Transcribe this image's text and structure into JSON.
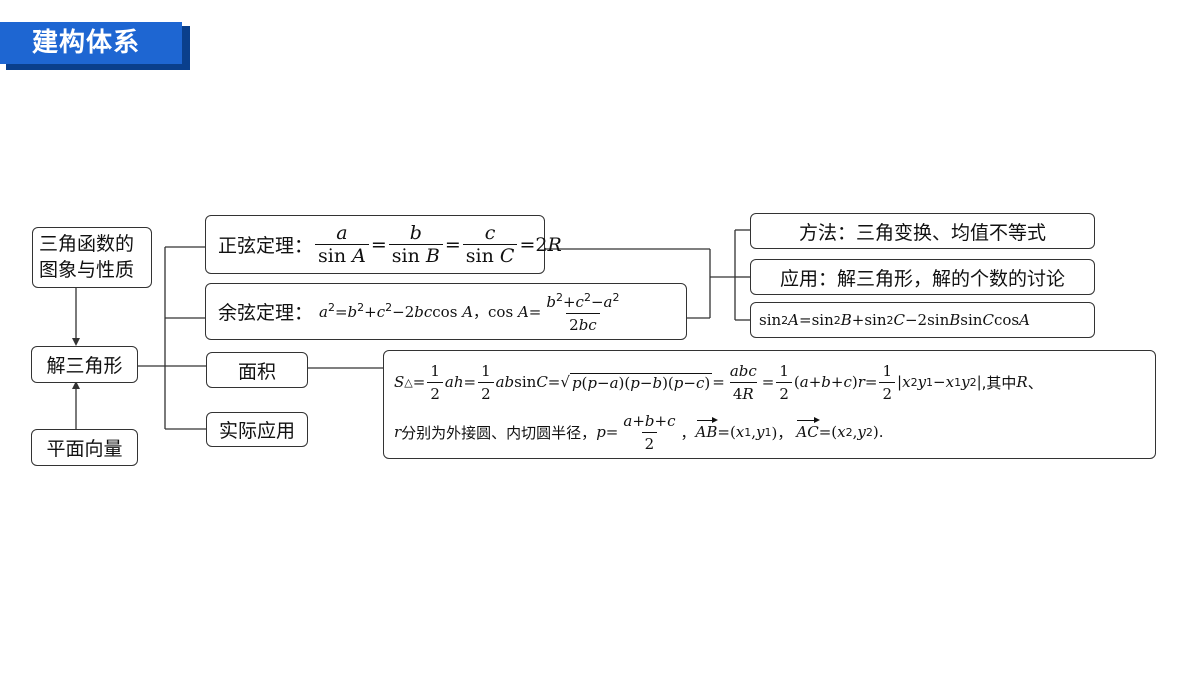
{
  "header": {
    "title": "建构体系",
    "accent": "#1e66d2"
  },
  "left": {
    "trig": "三角函数的",
    "trig2": "图象与性质",
    "solve": "解三角形",
    "vector": "平面向量"
  },
  "middle": {
    "sine_label": "正弦定理：",
    "cos_label": "余弦定理：",
    "area_label": "面积",
    "practical_label": "实际应用"
  },
  "right": {
    "method": "方法：三角变换、均值不等式",
    "application": "应用：解三角形，解的个数的讨论"
  },
  "area": {
    "where": ",其中",
    "radius_text": "分别为外接圆、内切圆半径，"
  }
}
